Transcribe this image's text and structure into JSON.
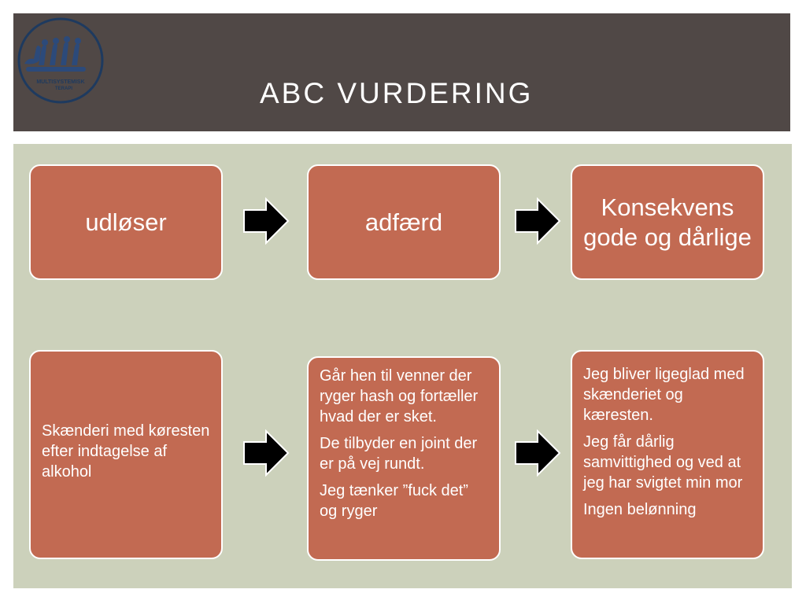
{
  "header": {
    "title": "ABC VURDERING",
    "logo_text": [
      "MULTISYSTEMISK",
      "TERAPI"
    ],
    "logo_icon": "people-figures-logo"
  },
  "colors": {
    "header_bg": "#504846",
    "panel_bg": "#ccd1bb",
    "box_fill": "#c26a52",
    "box_border": "#ffffff",
    "logo_ring": "#1e3a5f"
  },
  "diagram": {
    "top_row": [
      "udløser",
      "adfærd",
      "Konsekvens gode og dårlige"
    ],
    "bottom_row": [
      {
        "paragraphs": [
          "Skænderi med køresten efter indtagelse af alkohol"
        ]
      },
      {
        "paragraphs": [
          "Går hen til venner der ryger hash og fortæller hvad der er sket.",
          "De tilbyder en joint der er på vej rundt.",
          "Jeg tænker ”fuck det” og ryger"
        ]
      },
      {
        "paragraphs": [
          "Jeg bliver ligeglad med skænderiet og kæresten.",
          "Jeg får dårlig samvittighed og ved at jeg har svigtet min mor",
          "Ingen belønning"
        ]
      }
    ],
    "arrow_icon": "right-arrow-icon"
  }
}
